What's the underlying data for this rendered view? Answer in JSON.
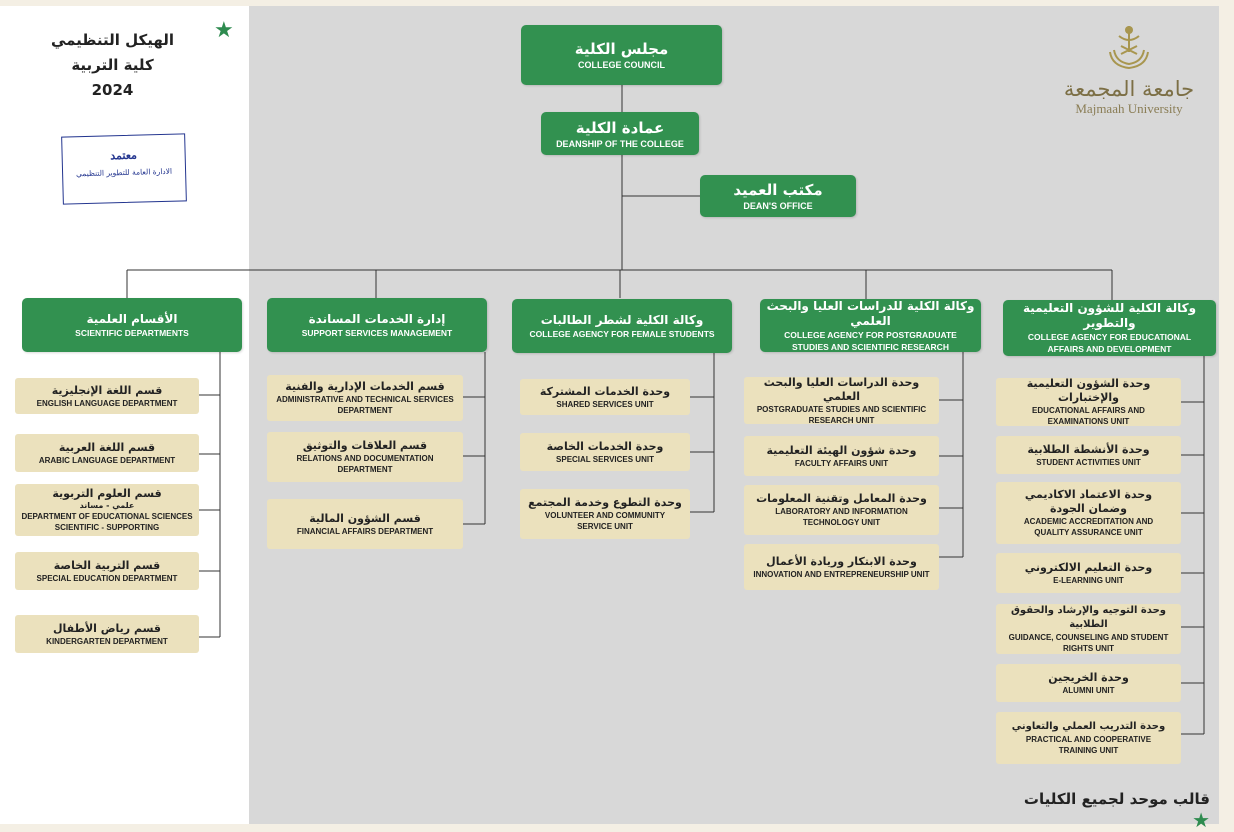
{
  "header": {
    "title_lines": [
      "الهيكل التنظيمي",
      "كلية التربية",
      "2024"
    ]
  },
  "stamp": {
    "line1": "معتمد",
    "line2": "الادارة العامة للتطوير التنظيمي"
  },
  "logo": {
    "name_ar": "جامعة المجمعة",
    "name_en": "Majmaah University"
  },
  "top": {
    "council": {
      "ar": "مجلس الكلية",
      "en": "COLLEGE COUNCIL"
    },
    "deanship": {
      "ar": "عمادة الكلية",
      "en": "DEANSHIP OF THE COLLEGE"
    },
    "office": {
      "ar": "مكتب العميد",
      "en": "DEAN'S OFFICE"
    }
  },
  "branches": [
    {
      "ar": "الأقسام العلمية",
      "en": "SCIENTIFIC DEPARTMENTS"
    },
    {
      "ar": "إدارة الخدمات المساندة",
      "en": "SUPPORT SERVICES MANAGEMENT"
    },
    {
      "ar": "وكالة الكلية لشطر الطالبات",
      "en": "COLLEGE AGENCY FOR FEMALE STUDENTS"
    },
    {
      "ar": "وكالة الكلية للدراسات العليا والبحث العلمي",
      "en": "COLLEGE AGENCY FOR POSTGRADUATE STUDIES AND SCIENTIFIC RESEARCH"
    },
    {
      "ar": "وكالة الكلية للشؤون التعليمية والتطوير",
      "en": "COLLEGE AGENCY FOR EDUCATIONAL AFFAIRS AND DEVELOPMENT"
    }
  ],
  "scientific_departments": [
    {
      "ar": "قسم اللغة الإنجليزية",
      "en": "ENGLISH LANGUAGE DEPARTMENT"
    },
    {
      "ar": "قسم اللغة العربية",
      "en": "ARABIC LANGUAGE DEPARTMENT"
    },
    {
      "ar": "قسم العلوم التربوية",
      "sub": "علمي - مساند",
      "en": "DEPARTMENT OF EDUCATIONAL SCIENCES SCIENTIFIC - SUPPORTING"
    },
    {
      "ar": "قسم التربية الخاصة",
      "en": "SPECIAL EDUCATION DEPARTMENT"
    },
    {
      "ar": "قسم رياض الأطفال",
      "en": "KINDERGARTEN DEPARTMENT"
    }
  ],
  "support_services": [
    {
      "ar": "قسم الخدمات الإدارية والفنية",
      "en": "ADMINISTRATIVE AND TECHNICAL SERVICES DEPARTMENT"
    },
    {
      "ar": "قسم العلاقات والتوثيق",
      "en": "RELATIONS AND DOCUMENTATION DEPARTMENT"
    },
    {
      "ar": "قسم الشؤون المالية",
      "en": "FINANCIAL AFFAIRS DEPARTMENT"
    }
  ],
  "female_students": [
    {
      "ar": "وحدة الخدمات المشتركة",
      "en": "SHARED SERVICES UNIT"
    },
    {
      "ar": "وحدة الخدمات الخاصة",
      "en": "SPECIAL SERVICES UNIT"
    },
    {
      "ar": "وحدة التطوع وخدمة المجتمع",
      "en": "VOLUNTEER AND COMMUNITY SERVICE UNIT"
    }
  ],
  "postgraduate": [
    {
      "ar": "وحدة الدراسات العليا والبحث العلمي",
      "en": "POSTGRADUATE STUDIES AND SCIENTIFIC RESEARCH UNIT"
    },
    {
      "ar": "وحدة شؤون الهيئة التعليمية",
      "en": "FACULTY AFFAIRS UNIT"
    },
    {
      "ar": "وحدة المعامل وتقنية المعلومات",
      "en": "LABORATORY AND INFORMATION TECHNOLOGY UNIT"
    },
    {
      "ar": "وحدة الابتكار وريادة الأعمال",
      "en": "INNOVATION AND ENTREPRENEURSHIP UNIT"
    }
  ],
  "educational_affairs": [
    {
      "ar": "وحدة الشؤون التعليمية والإختبارات",
      "en": "EDUCATIONAL AFFAIRS AND EXAMINATIONS UNIT"
    },
    {
      "ar": "وحدة الأنشطة الطلابية",
      "en": "STUDENT ACTIVITIES UNIT"
    },
    {
      "ar": "وحدة الاعتماد الاكاديمي وضمان الجودة",
      "en": "ACADEMIC ACCREDITATION AND QUALITY ASSURANCE UNIT"
    },
    {
      "ar": "وحدة التعليم الالكتروني",
      "en": "E-LEARNING UNIT"
    },
    {
      "ar": "وحدة التوجيه والإرشاد والحقوق الطلابية",
      "en": "GUIDANCE, COUNSELING AND STUDENT RIGHTS UNIT"
    },
    {
      "ar": "وحدة الخريجين",
      "en": "ALUMNI UNIT"
    },
    {
      "ar": "وحدة التدريب العملي والتعاوني",
      "en": "PRACTICAL AND COOPERATIVE TRAINING UNIT"
    }
  ],
  "footnote": "قالب موحد لجميع الكليات",
  "colors": {
    "green": "#329150",
    "beige": "#ebe1bd",
    "gray": "#d8d8d8",
    "star": "#2e8b4f"
  }
}
